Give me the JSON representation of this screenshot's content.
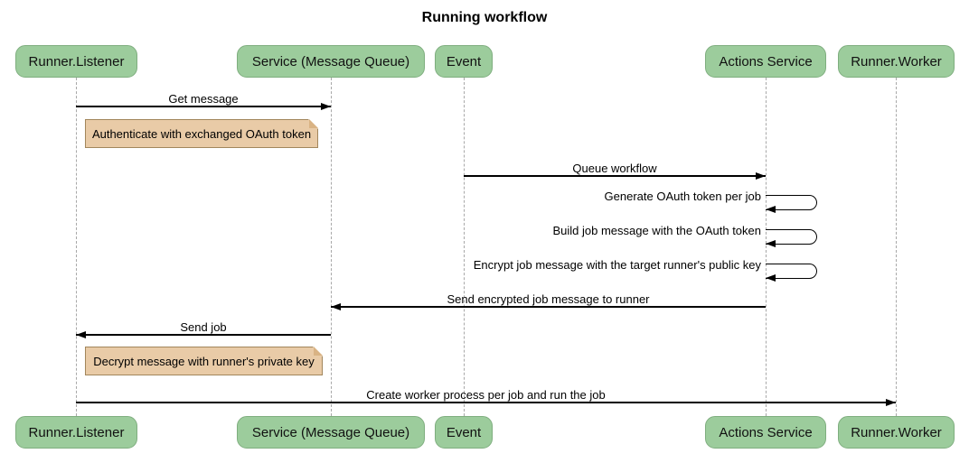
{
  "title": "Running workflow",
  "actors": [
    {
      "label": "Runner.Listener"
    },
    {
      "label": "Service (Message Queue)"
    },
    {
      "label": "Event"
    },
    {
      "label": "Actions Service"
    },
    {
      "label": "Runner.Worker"
    }
  ],
  "messages": [
    {
      "label": "Get message",
      "from": "Runner.Listener",
      "to": "Service (Message Queue)",
      "kind": "solid-arrow"
    },
    {
      "label": "Queue workflow",
      "from": "Event",
      "to": "Actions Service",
      "kind": "solid-arrow"
    },
    {
      "label": "Generate OAuth token per job",
      "from": "Actions Service",
      "to": "Actions Service",
      "kind": "self-loop"
    },
    {
      "label": "Build job message with the OAuth token",
      "from": "Actions Service",
      "to": "Actions Service",
      "kind": "self-loop"
    },
    {
      "label": "Encrypt job message with the target runner's public key",
      "from": "Actions Service",
      "to": "Actions Service",
      "kind": "self-loop"
    },
    {
      "label": "Send encrypted job message to runner",
      "from": "Actions Service",
      "to": "Service (Message Queue)",
      "kind": "solid-arrow"
    },
    {
      "label": "Send job",
      "from": "Service (Message Queue)",
      "to": "Runner.Listener",
      "kind": "solid-arrow"
    },
    {
      "label": "Create worker process per job and run the job",
      "from": "Runner.Listener",
      "to": "Runner.Worker",
      "kind": "solid-arrow"
    }
  ],
  "notes": [
    {
      "text": "Authenticate with exchanged OAuth token",
      "over": "Runner.Listener"
    },
    {
      "text": "Decrypt message with runner's private key",
      "over": "Runner.Listener"
    }
  ],
  "colors": {
    "actor_fill": "#9CCC9C",
    "actor_border": "#7FAE7F",
    "note_fill": "#E9CBA7",
    "note_border": "#A2865C",
    "lifeline": "#A8A8A8",
    "arrow": "#000000",
    "background": "#FFFFFF"
  }
}
